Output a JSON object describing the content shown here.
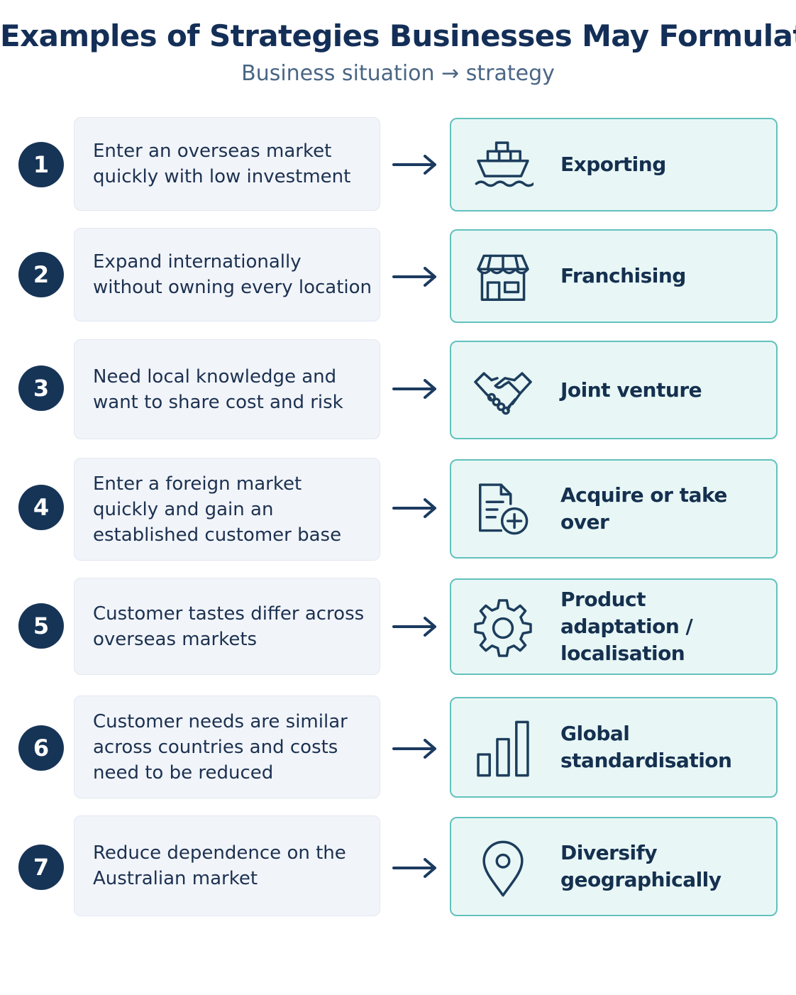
{
  "header": {
    "title": "Examples of Strategies Businesses May Formulate",
    "subtitle": "Business situation → strategy"
  },
  "rows": [
    {
      "number": "1",
      "situation": "Enter an overseas market quickly with low investment",
      "strategy": "Exporting",
      "icon": "cargo-ship-icon"
    },
    {
      "number": "2",
      "situation": "Expand internationally without owning every location",
      "strategy": "Franchising",
      "icon": "storefront-icon"
    },
    {
      "number": "3",
      "situation": "Need local knowledge and want to share cost and risk",
      "strategy": "Joint venture",
      "icon": "handshake-icon"
    },
    {
      "number": "4",
      "situation": "Enter a foreign market quickly and gain an established customer base",
      "strategy": "Acquire or take over",
      "icon": "document-plus-icon"
    },
    {
      "number": "5",
      "situation": "Customer tastes differ across overseas markets",
      "strategy": "Product adaptation / localisation",
      "icon": "gear-icon"
    },
    {
      "number": "6",
      "situation": "Customer needs are similar across countries and costs need to be reduced",
      "strategy": "Global standardisation",
      "icon": "bar-chart-icon"
    },
    {
      "number": "7",
      "situation": "Reduce dependence on the Australian market",
      "strategy": "Diversify geographically",
      "icon": "location-pin-icon"
    }
  ],
  "colors": {
    "title": "#142f57",
    "number_badge": "#163456",
    "situation_bg": "#f1f4f9",
    "strategy_bg": "#e8f7f6",
    "strategy_border": "#62c1bd",
    "icon_stroke": "#1d3d5c"
  }
}
